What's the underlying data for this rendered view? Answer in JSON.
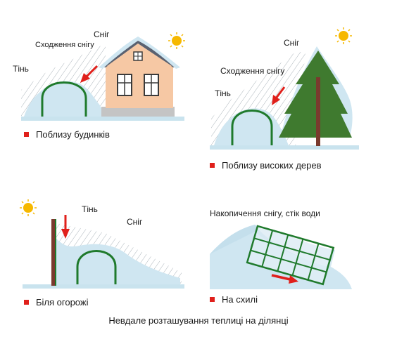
{
  "panels": {
    "house": {
      "snow": "Сніг",
      "sliding": "Сходження снігу",
      "shade": "Тінь",
      "caption": "Поблизу будинків"
    },
    "trees": {
      "snow": "Сніг",
      "sliding": "Сходження снігу",
      "shade": "Тінь",
      "caption": "Поблизу високих дерев"
    },
    "fence": {
      "shade": "Тінь",
      "snow": "Сніг",
      "caption": "Біля огорожі"
    },
    "slope": {
      "accumulation": "Накопичення снігу, стік води",
      "caption": "На схилі"
    }
  },
  "footer": "Невдале розташування теплиці на ділянці",
  "colors": {
    "snow": "#cfe6f1",
    "greenhouse_frame": "#1f7a2c",
    "house_wall": "#f6c8a4",
    "roof": "#5a6170",
    "tree": "#3f7a2f",
    "trunk": "#7a3a2e",
    "arrow": "#e0201b",
    "sun": "#f6b800",
    "ground": "#c9e3ee"
  }
}
